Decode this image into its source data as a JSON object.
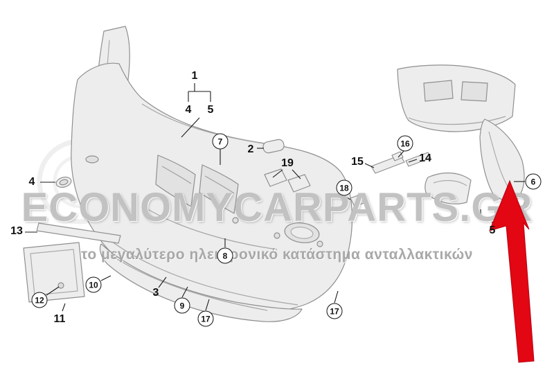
{
  "watermark": {
    "brand": "ECONOMYCARPARTS.GR",
    "tagline": "το μεγαλύτερο ηλεκτρονικό κατάστημα ανταλλακτικών"
  },
  "diagram": {
    "type": "exploded-parts-diagram",
    "subject": "front bumper assembly",
    "highlight": {
      "part": "6",
      "arrow_color": "#e30613"
    },
    "callouts": [
      {
        "label": "1",
        "shape": "plain"
      },
      {
        "label": "4",
        "shape": "plain"
      },
      {
        "label": "5",
        "shape": "plain"
      },
      {
        "label": "7",
        "shape": "circled"
      },
      {
        "label": "2",
        "shape": "plain"
      },
      {
        "label": "19",
        "shape": "plain"
      },
      {
        "label": "15",
        "shape": "plain"
      },
      {
        "label": "16",
        "shape": "circled"
      },
      {
        "label": "14",
        "shape": "plain"
      },
      {
        "label": "18",
        "shape": "circled"
      },
      {
        "label": "6",
        "shape": "circled"
      },
      {
        "label": "5",
        "shape": "plain"
      },
      {
        "label": "4",
        "shape": "plain"
      },
      {
        "label": "13",
        "shape": "plain"
      },
      {
        "label": "10",
        "shape": "circled"
      },
      {
        "label": "12",
        "shape": "circled"
      },
      {
        "label": "11",
        "shape": "plain"
      },
      {
        "label": "3",
        "shape": "plain"
      },
      {
        "label": "8",
        "shape": "circled"
      },
      {
        "label": "9",
        "shape": "circled"
      },
      {
        "label": "17",
        "shape": "circled"
      },
      {
        "label": "17",
        "shape": "circled"
      }
    ]
  }
}
